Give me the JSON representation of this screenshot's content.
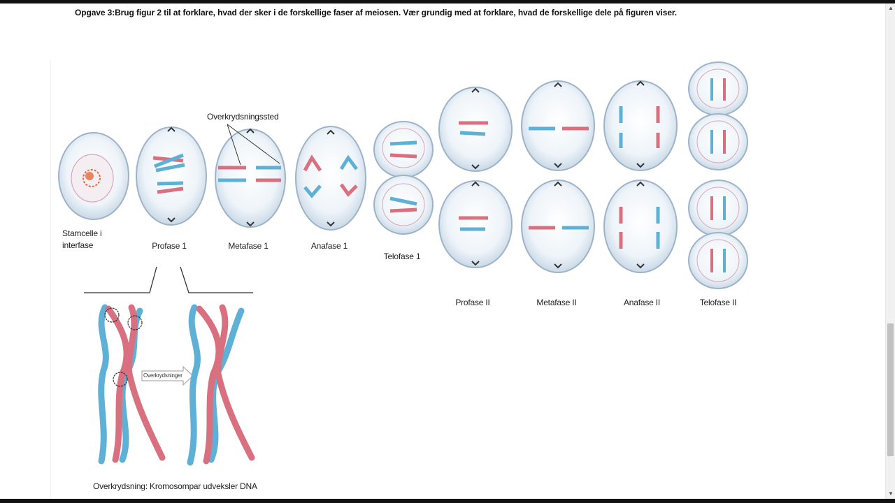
{
  "question": "Opgave 3:Brug figur 2 til at forklare, hvad der sker i de forskellige faser af meiosen. Vær grundig med at forklare, hvad de forskellige dele på figuren viser.",
  "figure": {
    "annotation": "Overkrydsningssted",
    "phases": {
      "stamcelle_line1": "Stamcelle i",
      "stamcelle_line2": "interfase",
      "profase1": "Profase 1",
      "metafase1": "Metafase 1",
      "anafase1": "Anafase 1",
      "telofase1": "Telofase 1",
      "profase2": "Profase II",
      "metafase2": "Metafase II",
      "anafase2": "Anafase II",
      "telofase2": "Telofase II"
    },
    "crossover_arrow_label": "Overkrydsninger",
    "caption": "Overkrydsning: Kromosompar udveksler DNA"
  },
  "colors": {
    "chromosome_red": "#d9707f",
    "chromosome_blue": "#5fb0d6",
    "cell_fill": "#e6f0f7",
    "cell_stroke": "#9fb3c8",
    "scrollbar_thumb": "#c1c1c1"
  },
  "scrollbar": {
    "up_icon": "chevron-up-icon",
    "down_icon": "chevron-down-icon"
  }
}
